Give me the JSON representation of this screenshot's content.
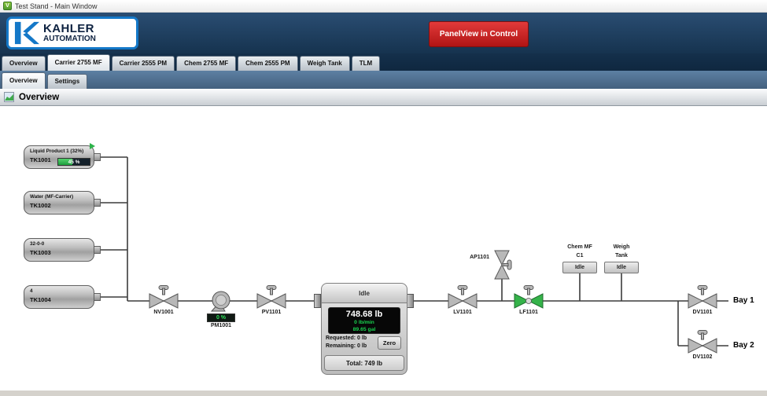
{
  "window": {
    "title": "Test Stand - Main Window"
  },
  "header": {
    "brand_top": "KAHLER",
    "brand_bottom": "AUTOMATION",
    "control_button": "PanelView in Control"
  },
  "tabs": {
    "main": [
      {
        "label": "Overview"
      },
      {
        "label": "Carrier 2755 MF"
      },
      {
        "label": "Carrier 2555 PM"
      },
      {
        "label": "Chem 2755 MF"
      },
      {
        "label": "Chem 2555 PM"
      },
      {
        "label": "Weigh Tank"
      },
      {
        "label": "TLM"
      }
    ],
    "sub": [
      {
        "label": "Overview"
      },
      {
        "label": "Settings"
      }
    ]
  },
  "section": {
    "title": "Overview"
  },
  "tanks": [
    {
      "product": "Liquid Product 1 (32%)",
      "tag": "TK1001",
      "level": "45 %",
      "level_pct": 45
    },
    {
      "product": "Water (MF-Carrier)",
      "tag": "TK1002"
    },
    {
      "product": "32-0-0",
      "tag": "TK1003"
    },
    {
      "product": "4",
      "tag": "TK1004"
    }
  ],
  "pump": {
    "tag": "PM1001",
    "speed": "0 %"
  },
  "valves": {
    "nv1001": "NV1001",
    "pv1101": "PV1101",
    "lv1101": "LV1101",
    "ap1101": "AP1101",
    "lf1101": "LF1101",
    "dv1101": "DV1101",
    "dv1102": "DV1102"
  },
  "meter": {
    "status": "Idle",
    "weight": "748.68 lb",
    "rate": "0 lb/min",
    "volume": "89.65 gal",
    "requested": "Requested: 0 lb",
    "remaining": "Remaining: 0 lb",
    "zero_button": "Zero",
    "total": "Total: 749 lb"
  },
  "destinations": [
    {
      "line1": "Chem MF",
      "line2": "C1",
      "status": "Idle"
    },
    {
      "line1": "Weigh",
      "line2": "Tank",
      "status": "Idle"
    }
  ],
  "bays": [
    {
      "label": "Bay 1"
    },
    {
      "label": "Bay 2"
    }
  ]
}
